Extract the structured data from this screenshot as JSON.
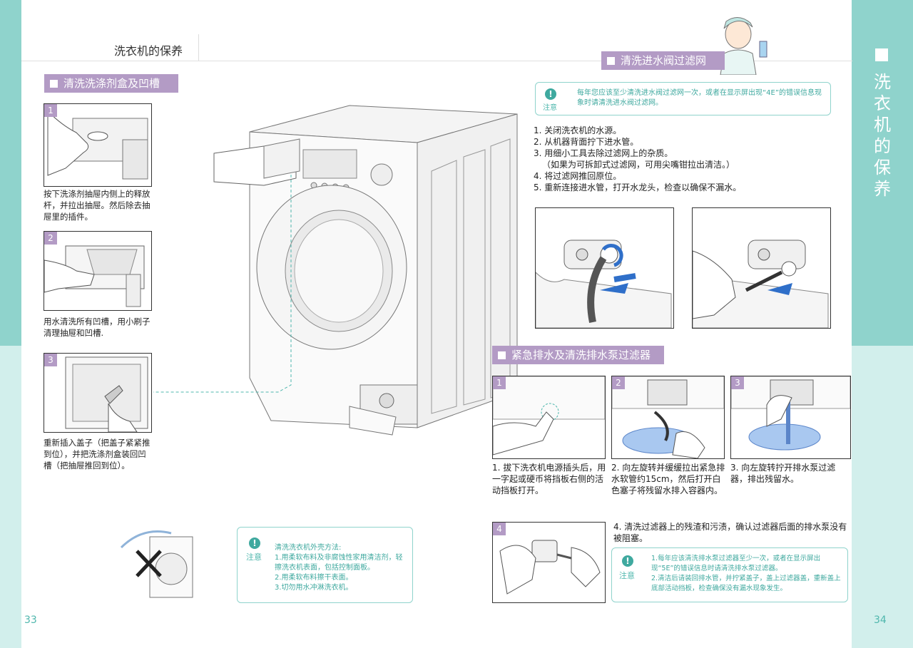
{
  "header": {
    "title": "洗衣机的保养"
  },
  "side_title": "洗衣机的保养",
  "left": {
    "section_title": "清洗洗涤剂盒及凹槽",
    "steps": [
      {
        "num": "1",
        "caption": "按下洗涤剂抽屉内侧上的释放杆，并拉出抽屉。然后除去抽屉里的插件。"
      },
      {
        "num": "2",
        "caption": "用水清洗所有凹槽，用小刷子清理抽屉和凹槽."
      },
      {
        "num": "3",
        "caption": "重新插入盖子（把盖子紧紧推到位），并把洗涤剂盒装回凹槽（把抽屉推回到位）。"
      }
    ]
  },
  "exterior_note": {
    "label": "注意",
    "title": "清洗洗衣机外壳方法:",
    "items": [
      "1.用柔软布料及非腐蚀性家用清洁剂，轻擦洗衣机表面，包括控制面板。",
      "2.用柔软布料擦干表面。",
      "3.切勿用水冲淋洗衣机。"
    ]
  },
  "inlet": {
    "section_title": "清洗进水阀过滤网",
    "note_label": "注意",
    "note_text": "每年您应该至少清洗进水阀过滤网一次，或者在显示屏出现“4E”的错误信息现象时请清洗进水阀过滤网。",
    "steps": [
      "1. 关闭洗衣机的水源。",
      "2. 从机器背面拧下进水管。",
      "3. 用细小工具去除过滤网上的杂质。",
      "（如果为可拆卸式过滤网，可用尖嘴钳拉出清洁。）",
      "4. 将过滤网推回原位。",
      "5. 重新连接进水管，打开水龙头，检查以确保不漏水。"
    ]
  },
  "drain": {
    "section_title": "紧急排水及清洗排水泵过滤器",
    "steps": [
      {
        "num": "1",
        "caption": "1. 拔下洗衣机电源插头后，用一字起或硬币将挡板右侧的活动挡板打开。"
      },
      {
        "num": "2",
        "caption": "2. 向左旋转并缓缓拉出紧急排水软管约15cm，然后打开白色塞子将残留水排入容器内。"
      },
      {
        "num": "3",
        "caption": "3. 向左旋转拧开排水泵过滤器，排出残留水。"
      },
      {
        "num": "4",
        "caption": "4. 清洗过滤器上的残渣和污渍，确认过滤器后面的排水泵没有被阻塞。"
      }
    ],
    "note_label": "注意",
    "note_items": [
      "1.每年应该清洗排水泵过滤器至少一次，或者在显示屏出现“5E”的错误信息时请清洗排水泵过滤器。",
      "2.清洁后请装回排水管，并拧紧盖子，盖上过滤器盖，重新盖上底部活动挡板，检查确保没有漏水现象发生。"
    ]
  },
  "page_numbers": {
    "left": "33",
    "right": "34"
  },
  "colors": {
    "teal": "#8fd3cc",
    "teal_light": "#d2efec",
    "purple": "#b39bc5",
    "blue_arrow": "#2f6fc9"
  }
}
